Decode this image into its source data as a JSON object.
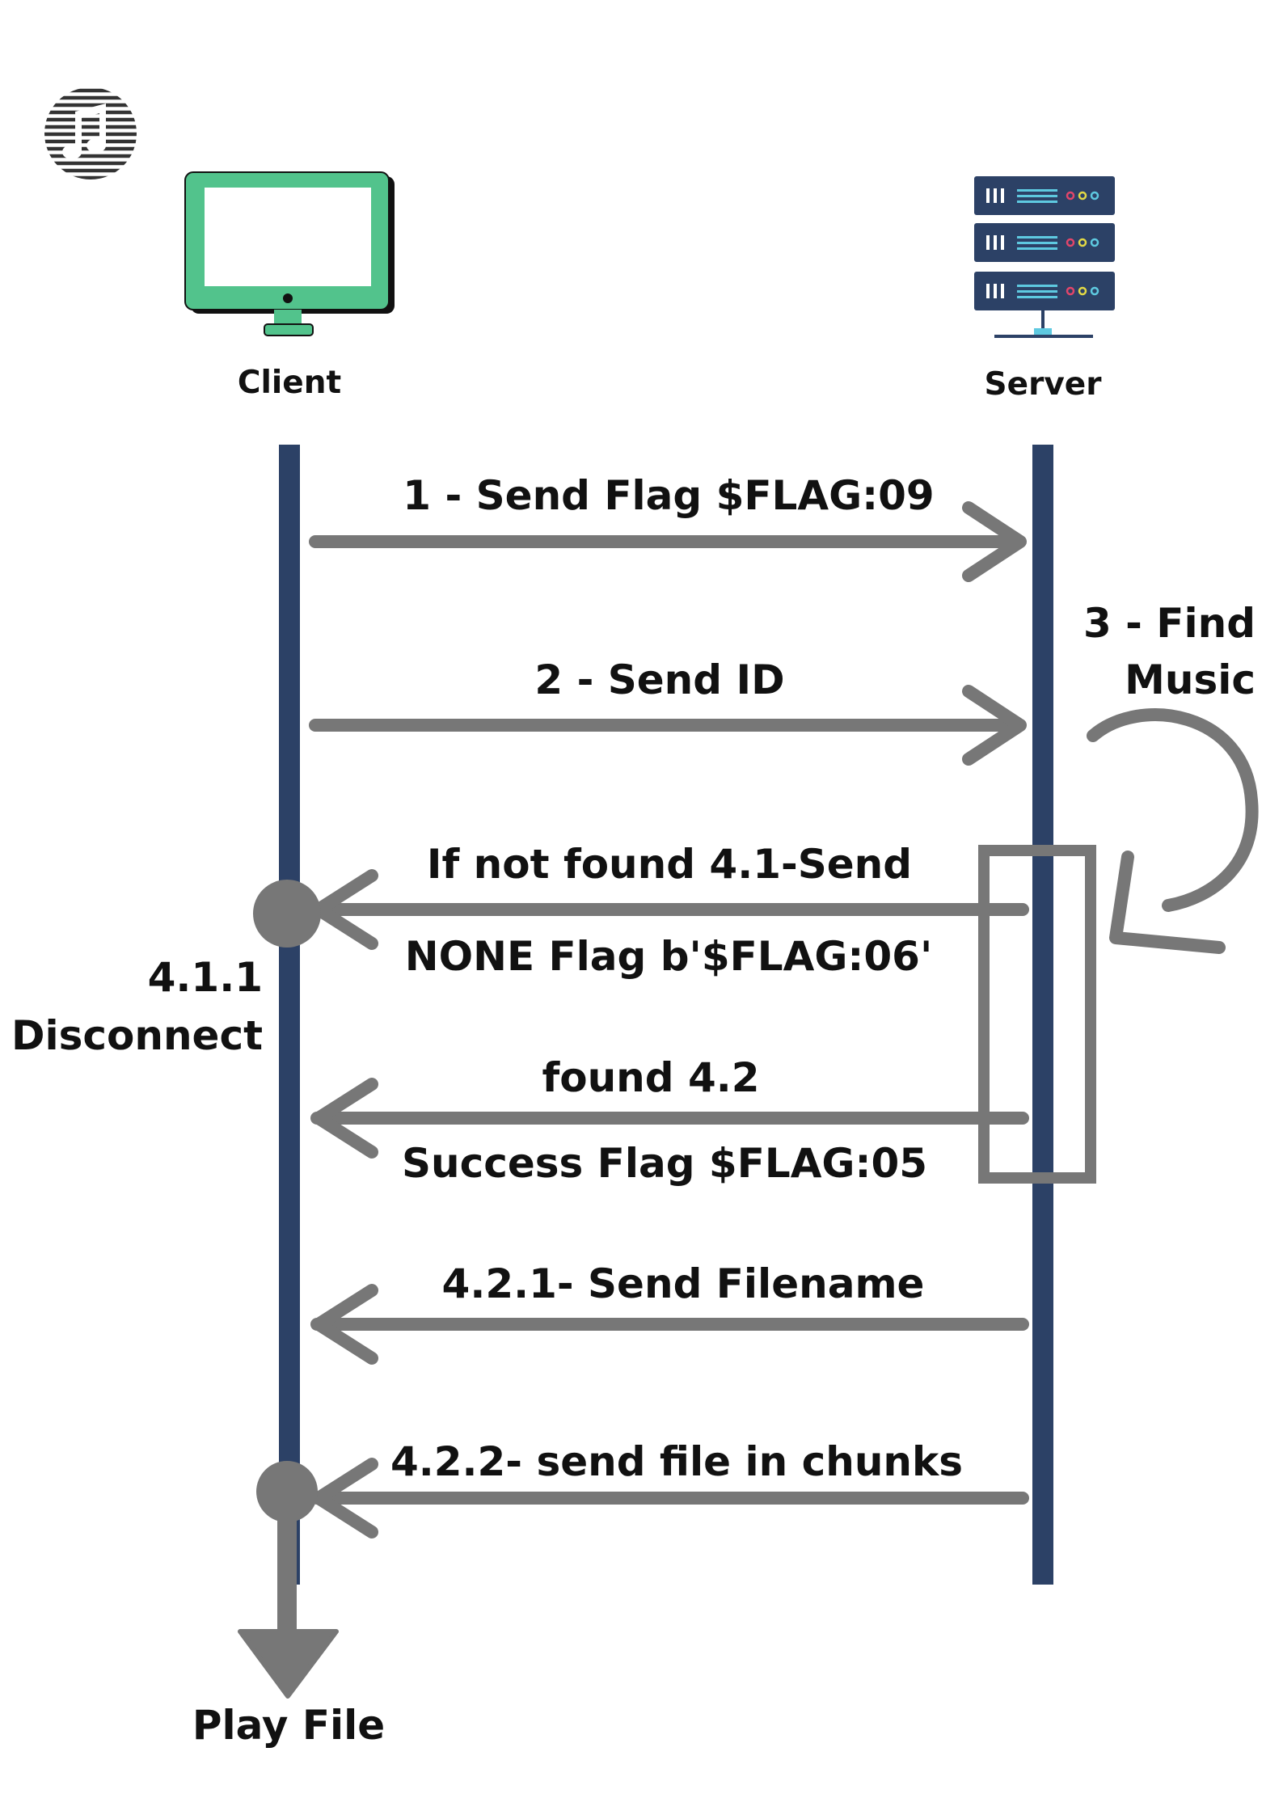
{
  "actors": {
    "client": {
      "label": "Client"
    },
    "server": {
      "label": "Server"
    }
  },
  "messages": [
    {
      "id": "m1",
      "label": "1 - Send Flag $FLAG:09",
      "direction": "to-server"
    },
    {
      "id": "m2",
      "label": "2 - Send ID",
      "direction": "to-server"
    },
    {
      "id": "m3",
      "label_line1": "3 - Find",
      "label_line2": "Music",
      "direction": "self"
    },
    {
      "id": "m41",
      "label_above": "If not found 4.1-Send",
      "label_below": "NONE Flag b'$FLAG:06'",
      "direction": "to-client"
    },
    {
      "id": "m42",
      "label_above": "found 4.2",
      "label_below": "Success Flag $FLAG:05",
      "direction": "to-client"
    },
    {
      "id": "m421",
      "label": "4.2.1-  Send Filename",
      "direction": "to-client"
    },
    {
      "id": "m422",
      "label": "4.2.2- send file in chunks",
      "direction": "to-client"
    }
  ],
  "disconnect": {
    "line1": "4.1.1",
    "line2": "Disconnect"
  },
  "play": {
    "label": "Play File"
  },
  "icons": {
    "logo": "music-note-icon",
    "client": "monitor-icon",
    "server": "server-rack-icon"
  },
  "colors": {
    "lifeline": "#2c4166",
    "arrow": "#777777",
    "monitor": "#52c38c",
    "server": "#2c4166",
    "text": "#111111"
  }
}
